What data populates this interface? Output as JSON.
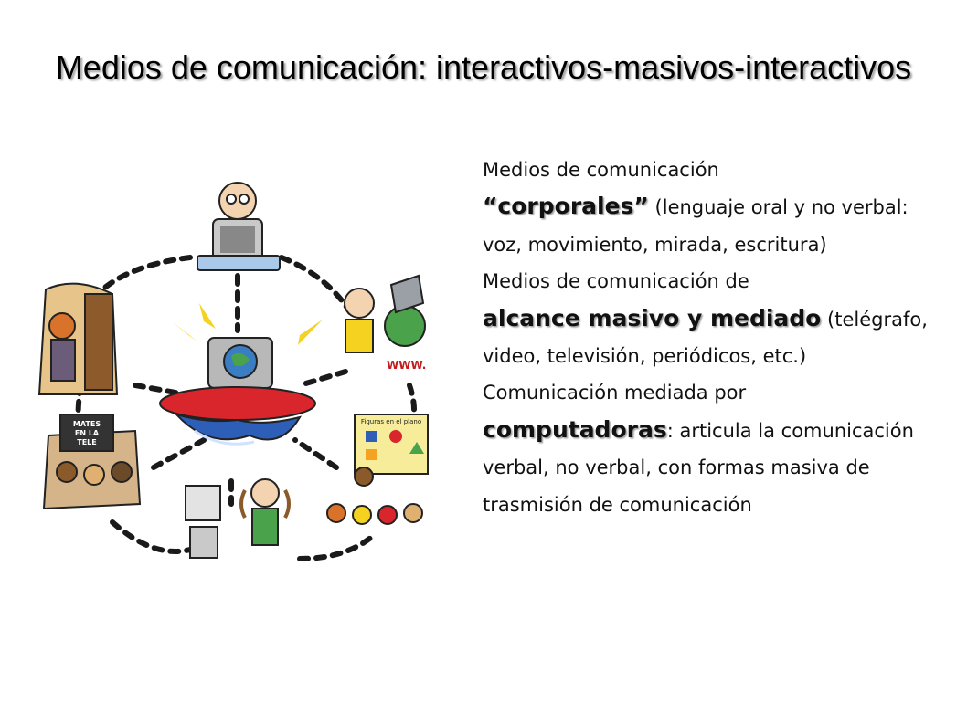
{
  "slide": {
    "title": "Medios de comunicación: interactivos-masivos-interactivos"
  },
  "body": {
    "item1_intro": "Medios de comunicación",
    "item1_highlight": "“corporales”",
    "item1_detail": " (lenguaje oral y no verbal: voz, movimiento, mirada, escritura)",
    "item2_intro": "Medios de comunicación de",
    "item2_highlight": "alcance masivo y mediado",
    "item2_detail": " (telégrafo, video, televisión, periódicos, etc.)",
    "item3_intro": "Comunicación mediada por",
    "item3_highlight": "computadoras",
    "item3_detail": ": articula la comunicación verbal, no verbal, con formas masiva de trasmisión de comunicación"
  },
  "illustration": {
    "sign_text": [
      "MATES",
      "EN LA",
      "TELE"
    ],
    "www_text": "WWW.",
    "board_text": "Figuras en el plano"
  },
  "colors": {
    "title_shadow": "#9a9a9a",
    "accent_red": "#d8262c",
    "accent_blue": "#2d5fb8",
    "accent_yellow": "#f4d21f"
  }
}
